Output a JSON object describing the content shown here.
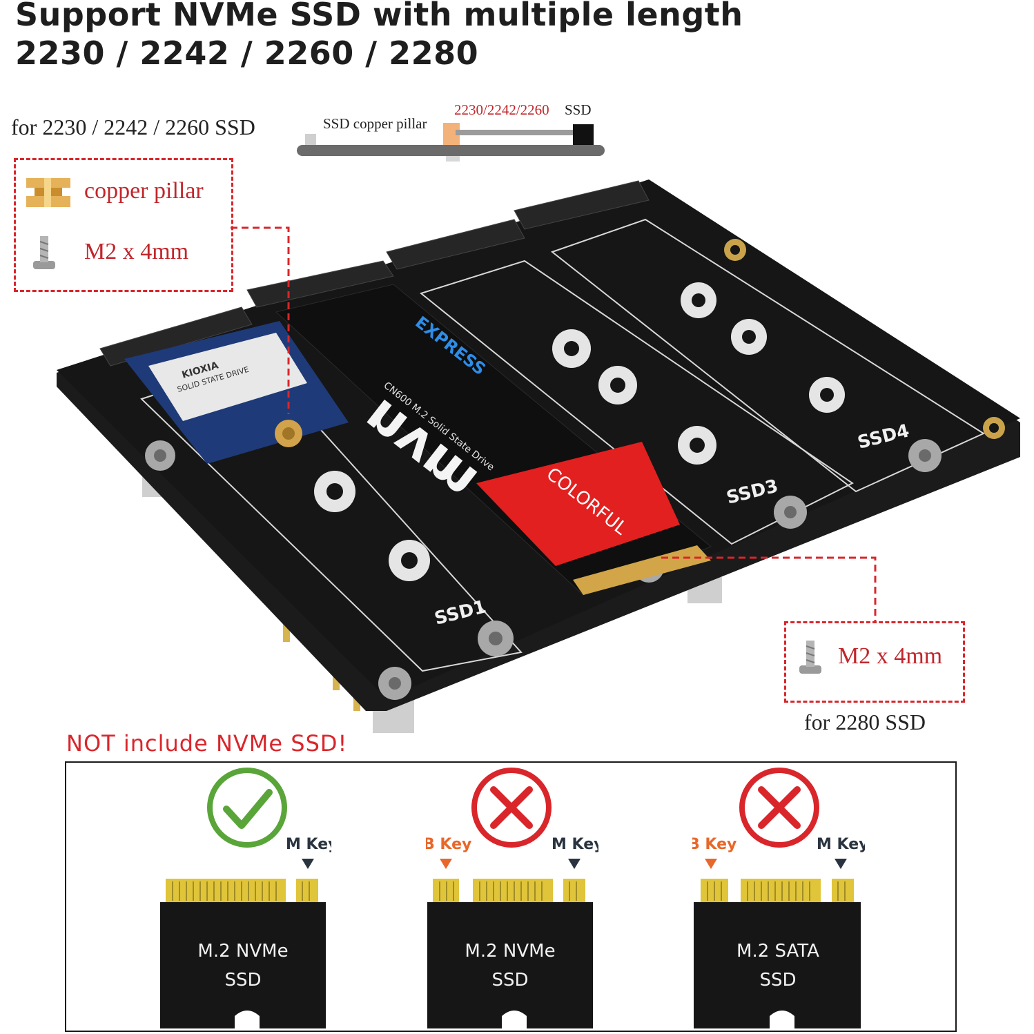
{
  "header": {
    "line1": "Support NVMe SSD with multiple length",
    "line2": "2230 / 2242 / 2260 / 2280"
  },
  "diagram": {
    "for_short": "for 2230 / 2242 / 2260 SSD",
    "pillar_label": "SSD copper pillar",
    "ssd_sizes": "2230/2242/2260",
    "ssd_word": "SSD"
  },
  "legend_top": {
    "pillar": "copper pillar",
    "screw": "M2 x 4mm"
  },
  "legend_bottom": {
    "screw": "M2 x 4mm",
    "caption": "for 2280 SSD"
  },
  "board": {
    "slots": [
      "SSD1",
      "SSD3",
      "SSD4"
    ],
    "drive_brand": "nvm",
    "drive_sub": "EXPRESS",
    "drive_model": "CN600 M.2 Solid State Drive",
    "drive_maker": "COLORFUL",
    "small_drive_brand": "KIOXIA",
    "small_drive_type": "SOLID STATE DRIVE"
  },
  "notice": "NOT include NVMe SSD!",
  "cards": [
    {
      "status": "ok",
      "keys": [
        "M Key"
      ],
      "line1": "M.2 NVMe",
      "line2": "SSD"
    },
    {
      "status": "no",
      "keys": [
        "B Key",
        "M Key"
      ],
      "line1": "M.2 NVMe",
      "line2": "SSD"
    },
    {
      "status": "no",
      "keys": [
        "B Key",
        "M Key"
      ],
      "line1": "M.2 SATA",
      "line2": "SSD"
    }
  ],
  "colors": {
    "accent_red": "#d9262b",
    "ok_green": "#5aa53a",
    "b_key_orange": "#e8672a",
    "m_key_dark": "#2a3440",
    "gold": "#e0c43a",
    "board": "#161616"
  }
}
